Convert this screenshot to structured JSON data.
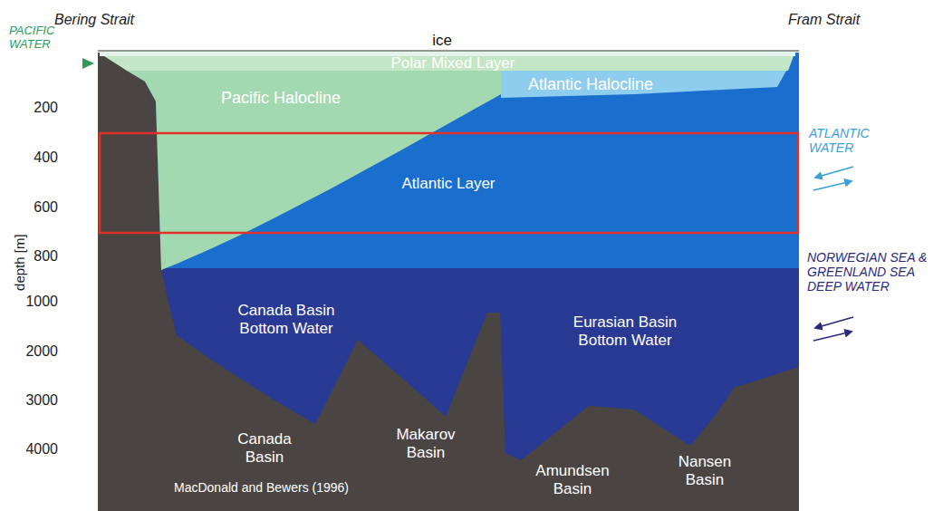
{
  "diagram": {
    "nodes": [
      {
        "text": [
          "Polar Mixed Layer"
        ]
      },
      {
        "text": [
          "Pacific Halocline"
        ]
      },
      {
        "text": [
          "Atlantic Halocline"
        ]
      },
      {
        "text": [
          "Atlantic Layer"
        ]
      },
      {
        "text": [
          "Canada Basin Bottom Water"
        ]
      },
      {
        "text": [
          "Eurasian Basin Bottom Water"
        ]
      }
    ],
    "labels": [
      "Bering Strait",
      "Fram Strait",
      "ice",
      "PACIFIC WATER",
      "ATLANTIC WATER",
      "NORWEGIAN SEA & GREENLAND SEA DEEP WATER",
      "depth [m]",
      "200",
      "400",
      "600",
      "800",
      "1000",
      "2000",
      "3000",
      "4000",
      "Canada Basin",
      "Makarov Basin",
      "Amundsen Basin",
      "Nansen Basin",
      "MacDonald and Bewers (1996)"
    ]
  }
}
